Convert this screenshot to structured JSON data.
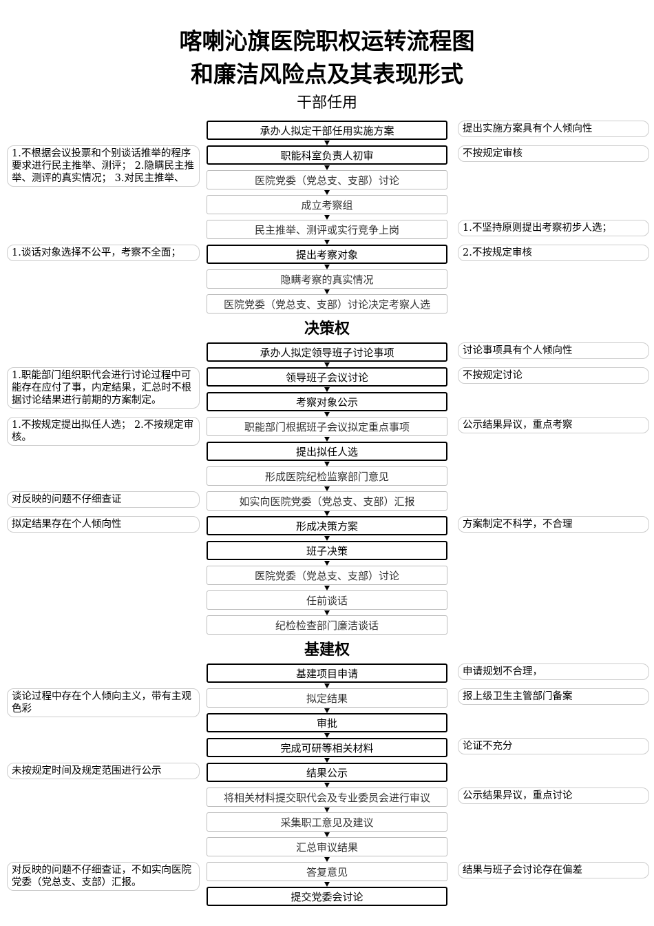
{
  "titles": {
    "line1": "喀喇沁旗医院职权运转流程图",
    "line2": "和廉洁风险点及其表现形式",
    "cadre": "干部任用",
    "decision": "决策权",
    "construction": "基建权"
  },
  "boxes": [
    "承办人拟定干部任用实施方案",
    "职能科室负责人初审",
    "医院党委（党总支、支部）讨论",
    "成立考察组",
    "民主推举、测评或实行竞争上岗",
    "提出考察对象",
    "隐瞒考察的真实情况",
    "医院党委（党总支、支部）讨论决定考察人选",
    "承办人拟定领导班子讨论事项",
    "领导班子会议讨论",
    "考察对象公示",
    "职能部门根据班子会议拟定重点事项",
    "提出拟任人选",
    "形成医院纪检监察部门意见",
    "如实向医院党委（党总支、支部）汇报",
    "形成决策方案",
    "班子决策",
    "医院党委（党总支、支部）讨论",
    "任前谈话",
    "纪检检查部门廉洁谈话",
    "基建项目申请",
    "拟定结果",
    "审批",
    "完成可研等相关材料",
    "结果公示",
    "将相关材料提交职代会及专业委员会进行审议",
    "采集职工意见及建议",
    "汇总审议结果",
    "答复意见",
    "提交党委会讨论"
  ],
  "notes": [
    "提出实施方案具有个人倾向性",
    "1.不根据会议投票和个别谈话推举的程序要求进行民主推举、测评； 2.隐瞒民主推举、测评的真实情况； 3.对民主推举、",
    "不按规定审核",
    "1.不坚持原则提出考察初步人选；",
    "2.不按规定审核",
    "1.谈话对象选择不公平，考察不全面；",
    "讨论事项具有个人倾向性",
    "1.职能部门组织职代会进行讨论过程中可能存在应付了事，内定结果，汇总时不根据讨论结果进行前期的方案制定。",
    "不按规定讨论",
    "1.不按规定提出拟任人选； 2.不按规定审核。",
    "公示结果异议，重点考察",
    "对反映的问题不仔细查证",
    "方案制定不科学，不合理",
    "拟定结果存在个人倾向性",
    "申请规划不合理，",
    "报上级卫生主管部门备案",
    "谈论过程中存在个人倾向主义，带有主观色彩",
    "论证不充分",
    "未按规定时间及规定范围进行公示",
    "公示结果异议，重点讨论",
    "对反映的问题不仔细查证，不如实向医院党委（党总支、支部）汇报。",
    "结果与班子会讨论存在偏差"
  ]
}
